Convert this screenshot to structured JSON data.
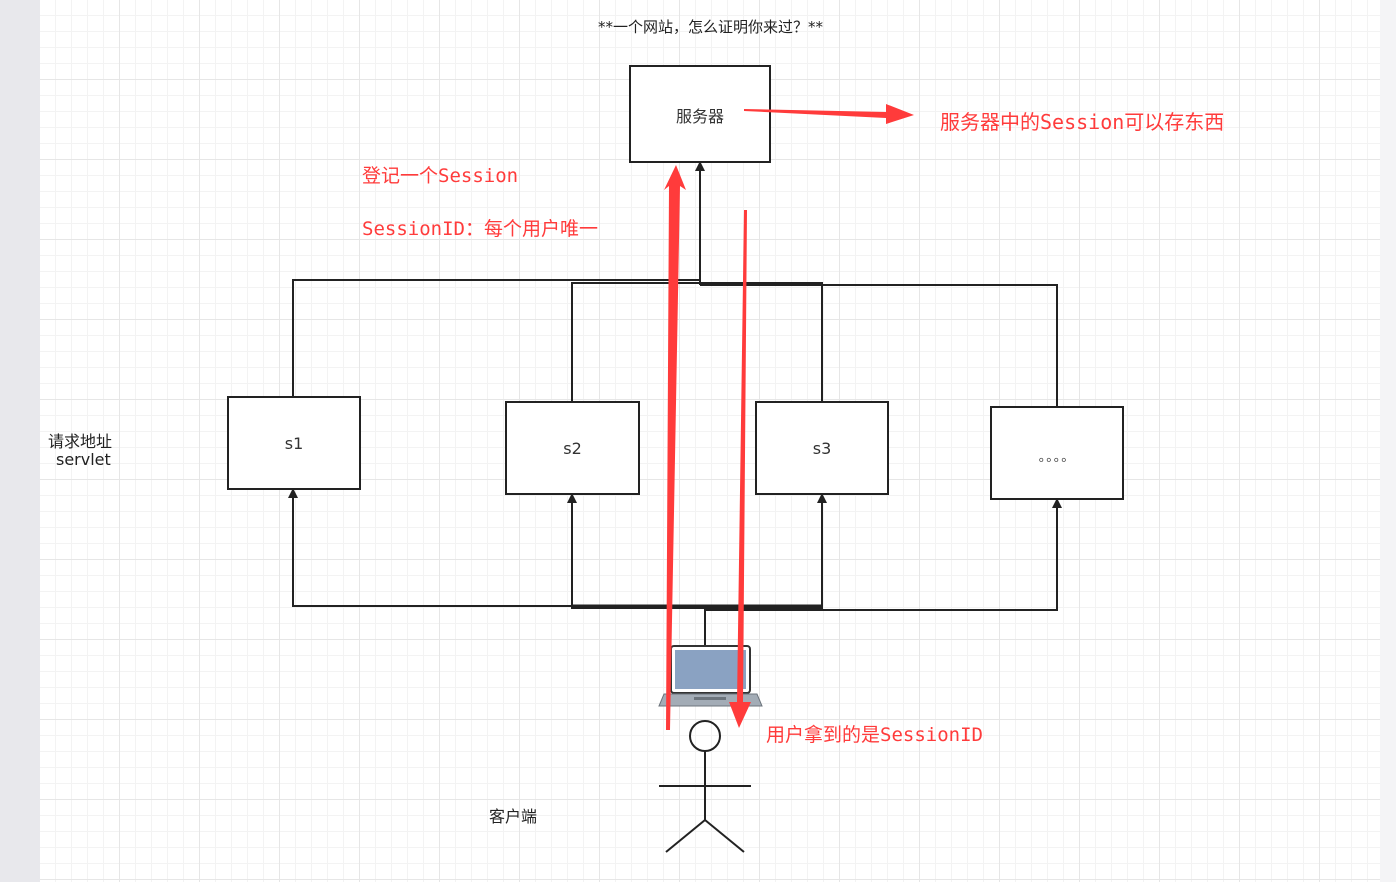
{
  "title": "**一个网站，怎么证明你来过？**",
  "nodes": {
    "server": "服务器",
    "s1": "s1",
    "s2": "s2",
    "s3": "s3",
    "more": "。。。。"
  },
  "side_label": {
    "line1": "请求地址",
    "line2": "servlet"
  },
  "client_label": "客户端",
  "annotations": {
    "server_store": "服务器中的Session可以存东西",
    "register": "登记一个Session",
    "session_id": "SessionID：每个用户唯一",
    "user_gets": "用户拿到的是SessionID"
  },
  "colors": {
    "line": "#222222",
    "accent": "#ff3b3b",
    "laptop_screen": "#7f95b3",
    "laptop_body": "#9aa3ad"
  },
  "icons": [
    "laptop-icon",
    "stick-figure-icon"
  ]
}
